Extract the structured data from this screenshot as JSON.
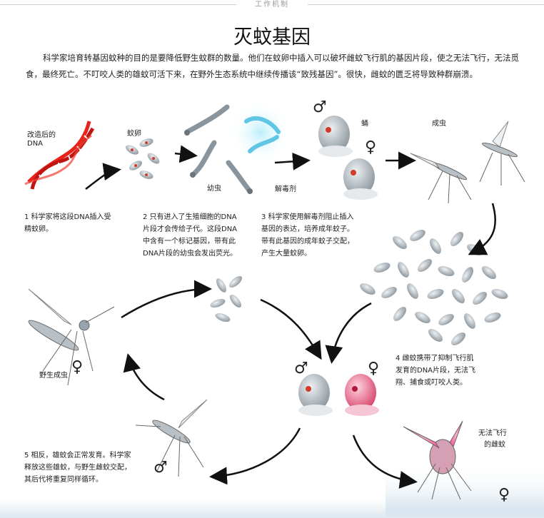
{
  "header": {
    "tag": "工作机制",
    "title": "灭蚊基因"
  },
  "intro": "科学家培育转基因蚊种的目的是要降低野生蚊群的数量。他们在蚊卵中插入可以破坏雌蚊飞行肌的基因片段，使之无法飞行，无法觅食，最终死亡。不叮咬人类的雄蚊可活下来，在野外生态系统中继续传播该“致残基因”。很快，雌蚊的匮乏将导致种群崩溃。",
  "labels": {
    "dna_line1": "改造后的",
    "dna_line2": "DNA",
    "eggs": "蚊卵",
    "larvae": "幼虫",
    "pupa": "蛹",
    "adult": "成虫",
    "antidote": "解毒剂",
    "wild_adult": "野生成虫",
    "flightless_line1": "无法飞行",
    "flightless_line2": "的雌蚊"
  },
  "steps": {
    "s1": [
      "1 科学家将这段DNA插入受",
      "精蚊卵。"
    ],
    "s2": [
      "2 只有进入了生殖细胞的DNA",
      "片段才会传给子代。这段DNA",
      "中含有一个标记基因，带有此",
      "DNA片段的幼虫会发出荧光。"
    ],
    "s3": [
      "3 科学家使用解毒剂阻止插入",
      "基因的表达，培养成年蚊子。",
      "带有此基因的成年蚊子交配，",
      "产生大量蚊卵。"
    ],
    "s4": [
      "4 雌蚊携带了抑制飞行肌",
      "发育的DNA片段，无法飞",
      "翔、捕食或叮咬人类。"
    ],
    "s5": [
      "5 相反，雄蚊会正常发育。科学家",
      "释放这些雄蚊，与野生雌蚊交配，",
      "其后代将重复同样循环。"
    ]
  },
  "symbols": {
    "male": "♂",
    "female": "♀"
  },
  "colors": {
    "dna": "#e8231c",
    "egg": "#9aa4ae",
    "mark": "#d23a2a",
    "fluorescent": "#7fd8f0",
    "pink": "#e8507a",
    "arrow": "#111111"
  }
}
